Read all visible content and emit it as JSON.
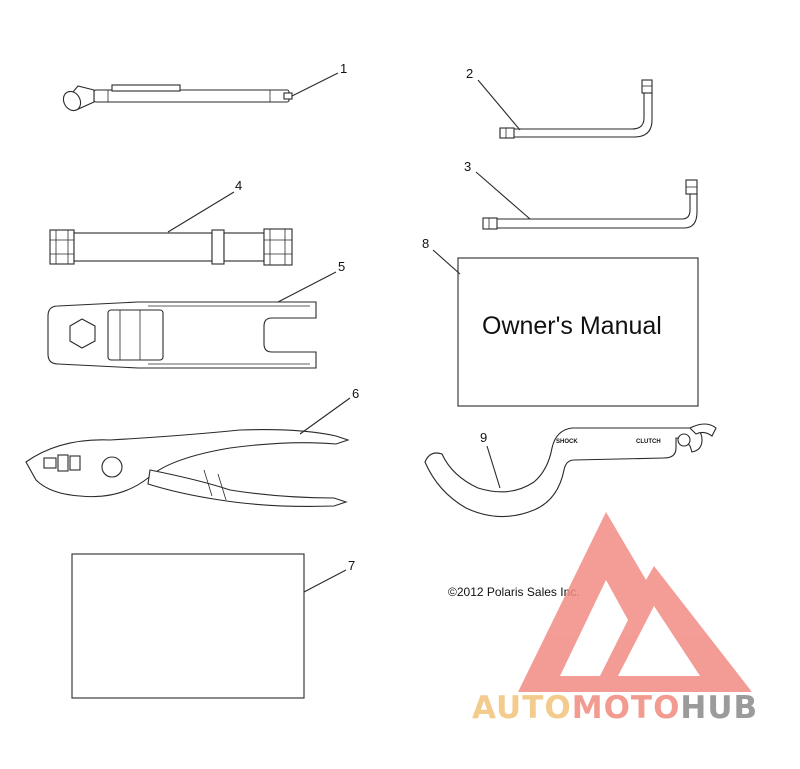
{
  "callouts": {
    "c1": "1",
    "c2": "2",
    "c3": "3",
    "c4": "4",
    "c5": "5",
    "c6": "6",
    "c7": "7",
    "c8": "8",
    "c9": "9"
  },
  "manual": {
    "title": "Owner's Manual"
  },
  "spanner": {
    "label_shock": "SHOCK",
    "label_clutch": "CLUTCH"
  },
  "copyright": "©2012 Polaris Sales Inc.",
  "watermark": {
    "part1": "AUTO",
    "part2": "MOTO",
    "part3": "HUB",
    "colors": {
      "auto": "#f2c27a",
      "moto": "#f08a7e",
      "hub": "#8a8a8a",
      "logo": "#f28b84"
    }
  }
}
